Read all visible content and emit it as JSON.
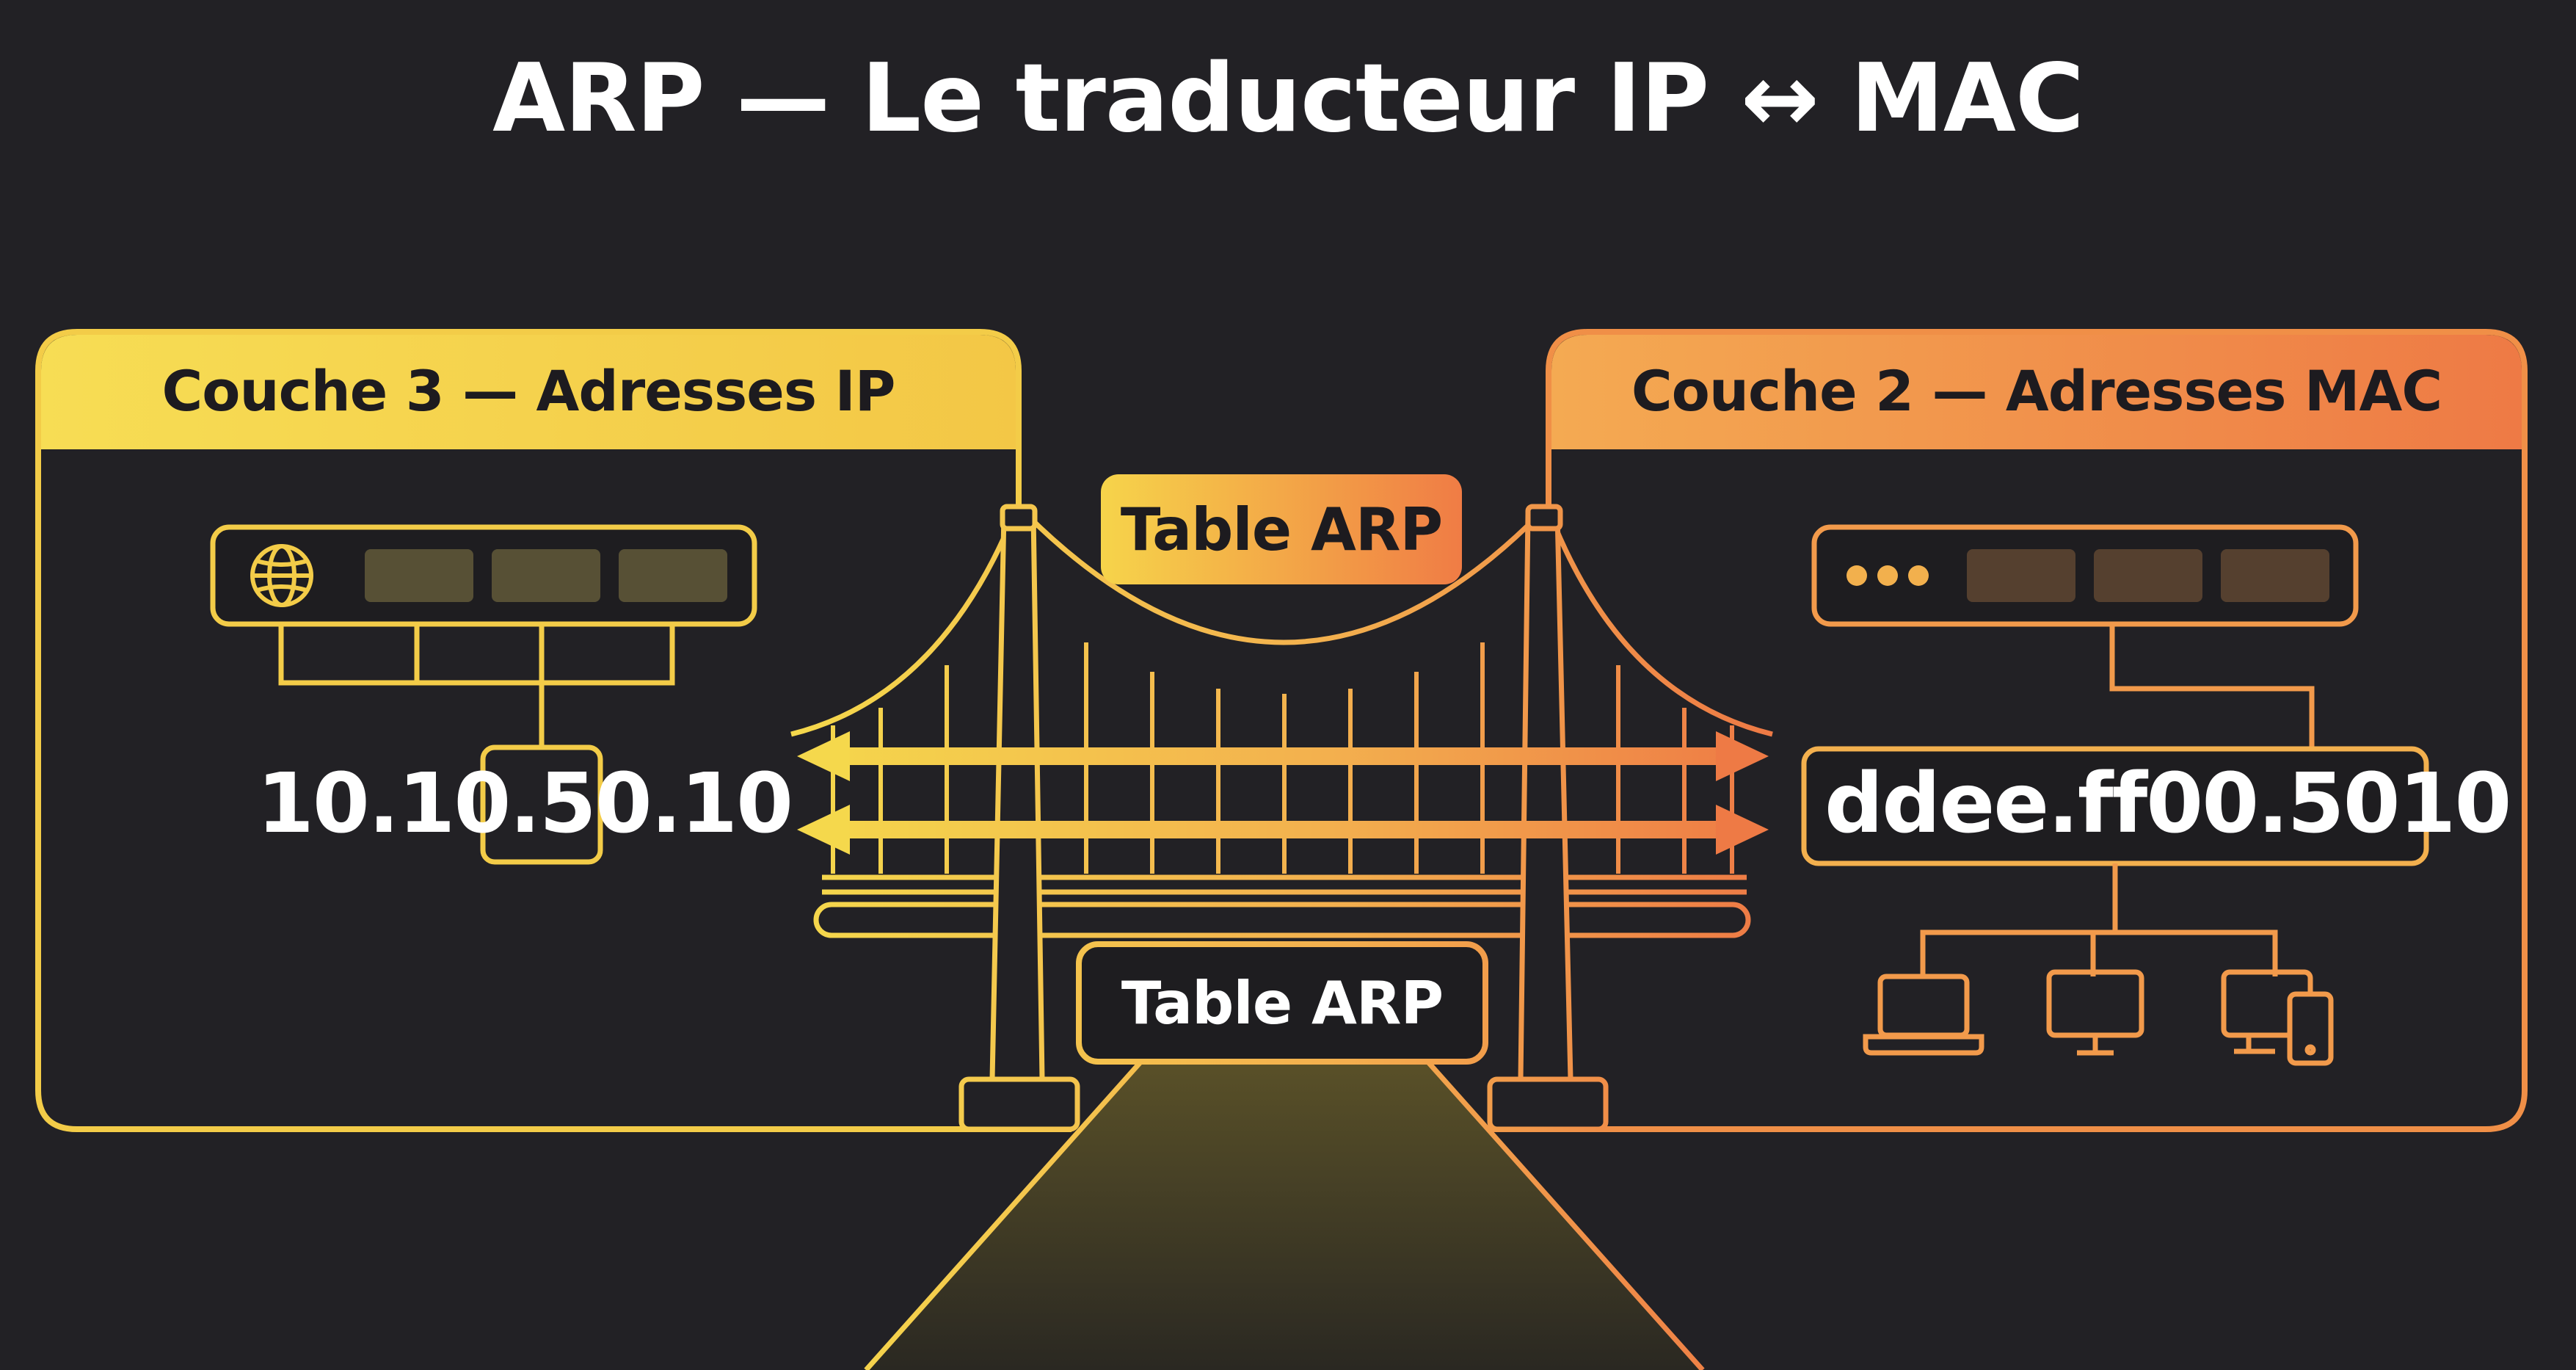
{
  "title": "ARP — Le traducteur IP ↔ MAC",
  "layer3": {
    "header": "Couche 3 — Adresses IP",
    "address": "10.10.50.10",
    "icon": "globe-icon"
  },
  "layer2": {
    "header": "Couche 2 — Adresses MAC",
    "address": "ddee.ff00.5010",
    "icon": "dots-icon",
    "devices": [
      "laptop-icon",
      "monitor-icon",
      "desktop-phone-icon"
    ]
  },
  "bridge": {
    "top_label": "Table ARP",
    "bottom_label": "Table ARP"
  },
  "colors": {
    "background": "#222125",
    "yellow": "#f5d24a",
    "orange": "#f08a45",
    "text": "#ffffff"
  }
}
